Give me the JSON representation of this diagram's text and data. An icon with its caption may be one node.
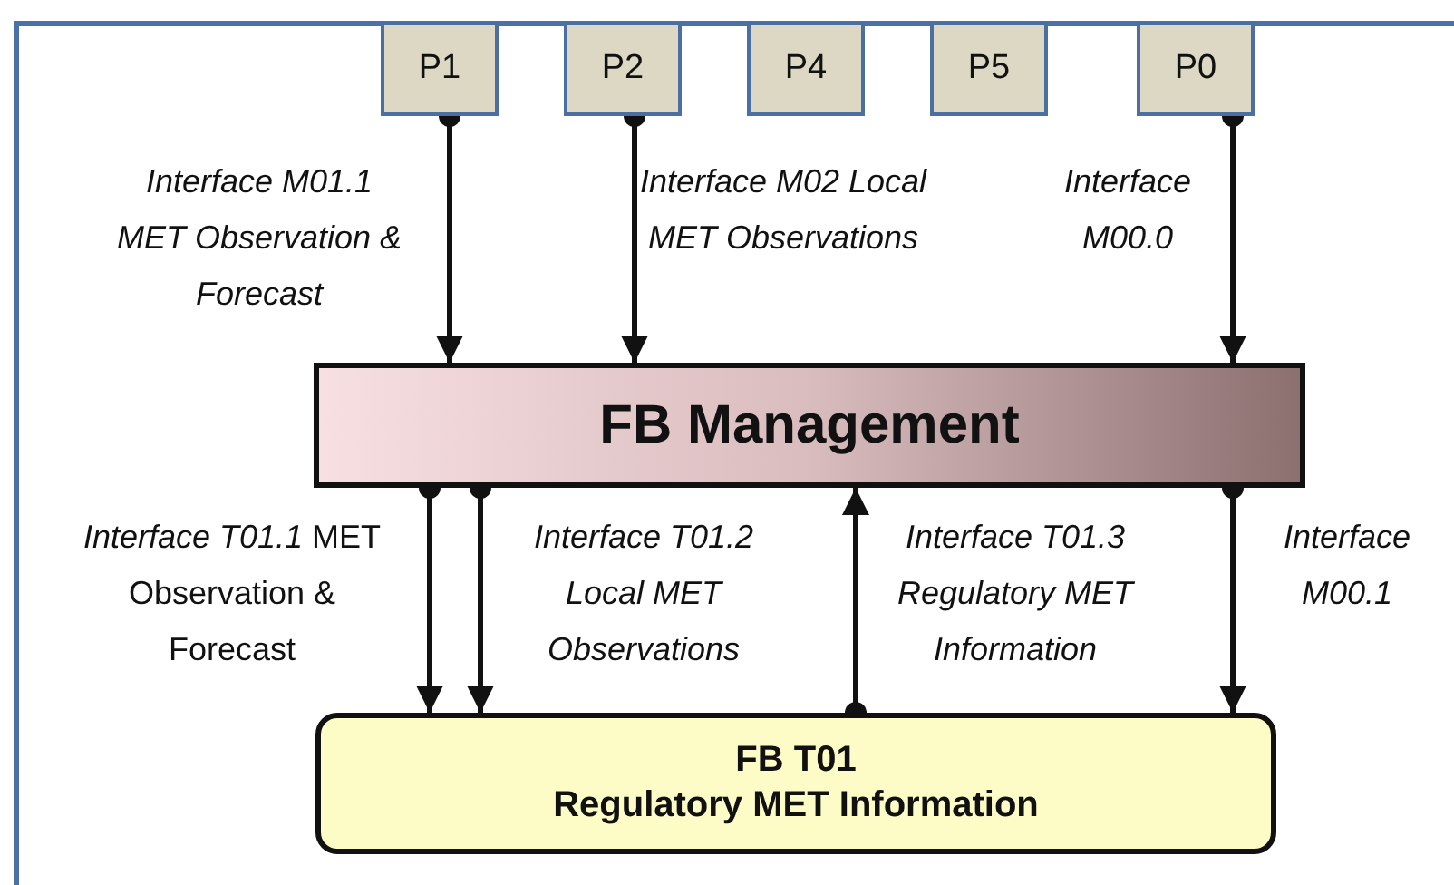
{
  "diagram": {
    "nodes": [
      {
        "text": [
          "P1"
        ]
      },
      {
        "text": [
          "P2"
        ]
      },
      {
        "text": [
          "P4"
        ]
      },
      {
        "text": [
          "P5"
        ]
      },
      {
        "text": [
          "P0"
        ]
      },
      {
        "text": [
          "FB Management"
        ]
      },
      {
        "text": [
          "FB T01",
          "Regulatory MET Information"
        ]
      }
    ],
    "edges": [
      {
        "from": 0,
        "to": 5,
        "arrow": "to",
        "label": "Interface M01.1 MET Observation & Forecast"
      },
      {
        "from": 1,
        "to": 5,
        "arrow": "to",
        "label": "Interface M02 Local MET Observations"
      },
      {
        "from": 4,
        "to": 5,
        "arrow": "to",
        "label": "Interface M00.0"
      },
      {
        "from": 5,
        "to": 6,
        "arrow": "to",
        "label": "*Interface T01.1* MET Observation & Forecast"
      },
      {
        "from": 5,
        "to": 6,
        "arrow": "to",
        "label": "Interface T01.2 Local MET Observations"
      },
      {
        "from": 6,
        "to": 5,
        "arrow": "to",
        "label": "Interface T01.3 Regulatory MET Information"
      },
      {
        "from": 5,
        "to": 6,
        "arrow": "to",
        "label": "Interface M00.1"
      }
    ]
  }
}
